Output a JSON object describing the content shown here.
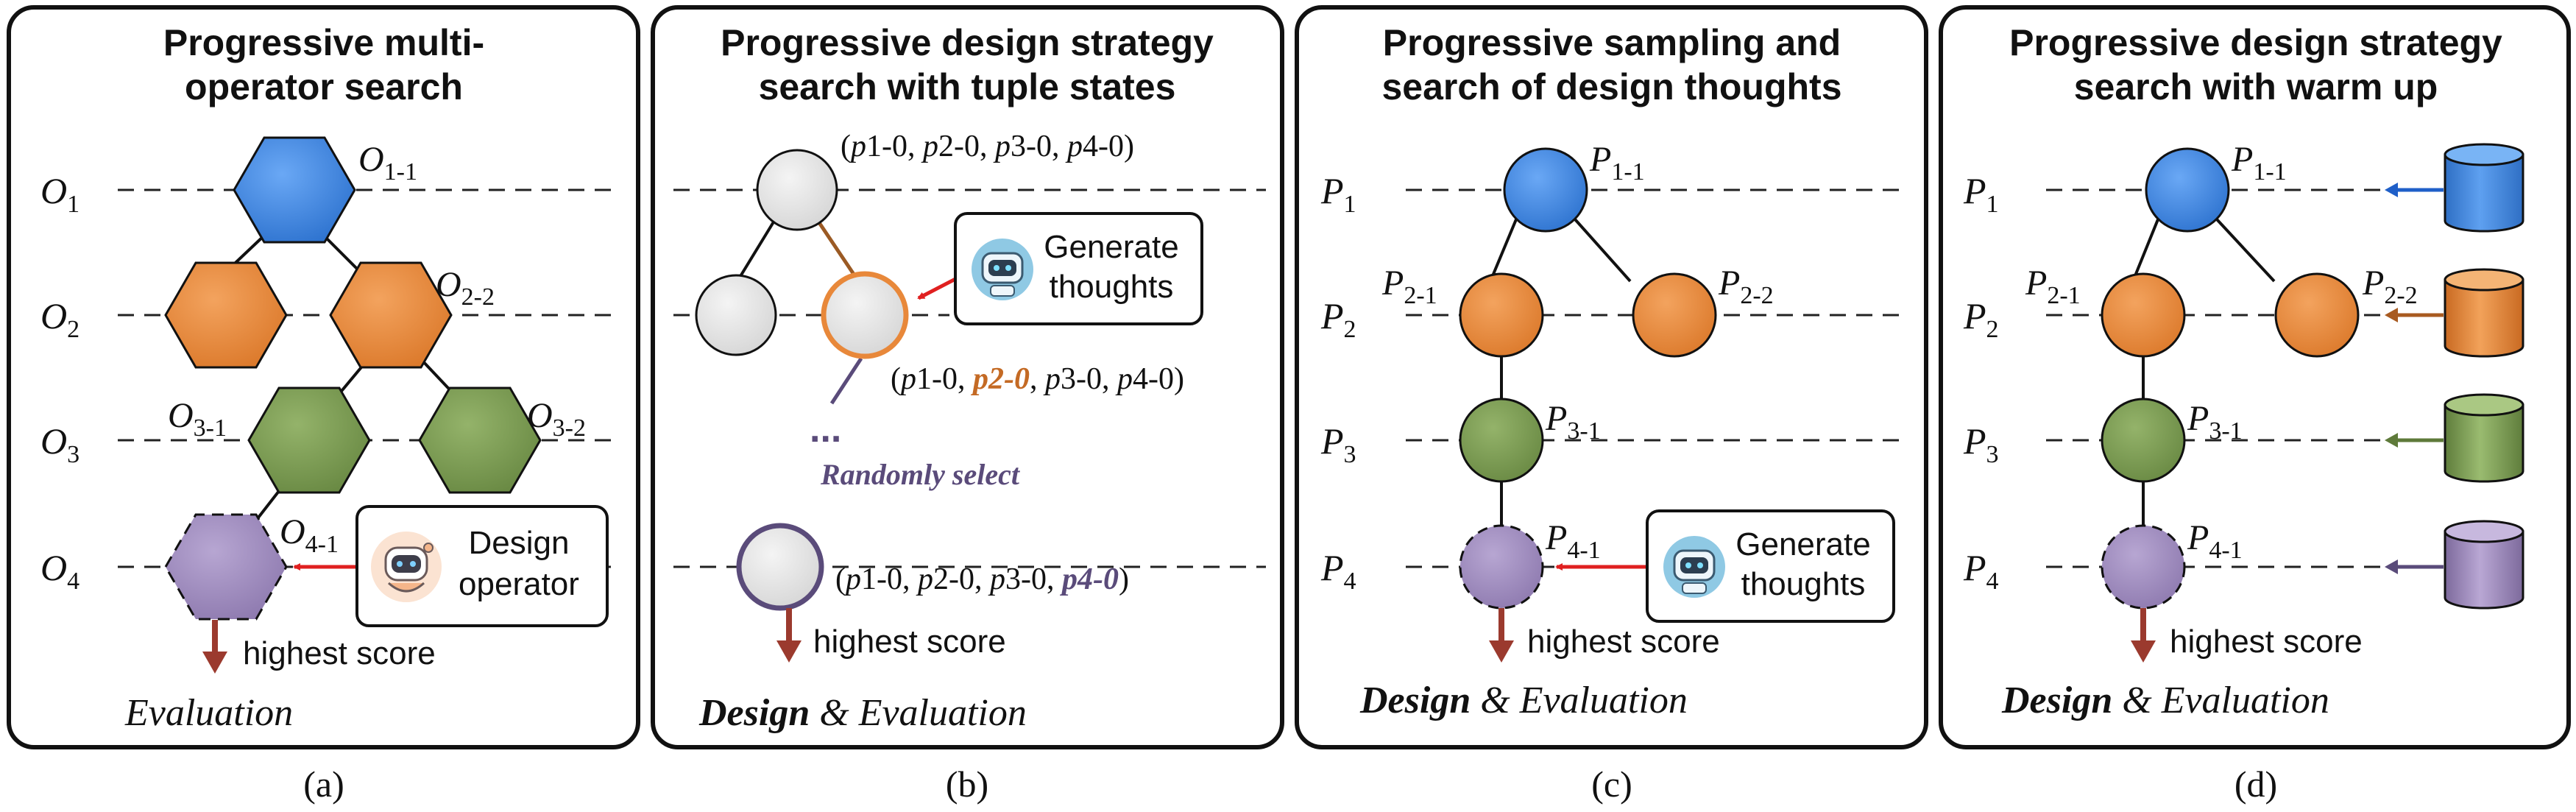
{
  "colors": {
    "blue": "#3f86df",
    "orange": "#e8883a",
    "green": "#7a9a52",
    "purple": "#9e89bb",
    "gray": "#e6e6e6",
    "red_arrow": "#e02020",
    "score_arrow": "#9b3a2e",
    "highlight_orange": "#e8883a",
    "randomly_purple": "#5a4b7a"
  },
  "panels": [
    {
      "title_lines": [
        "Progressive multi-",
        "operator search"
      ],
      "caption": "(a)",
      "level_letter": "O",
      "level_subs": [
        "1",
        "2",
        "3",
        "4"
      ],
      "node_labels": {
        "n11": "O",
        "n11_sub": "1-1",
        "n22": "O",
        "n22_sub": "2-2",
        "n31": "O",
        "n31_sub": "3-1",
        "n32": "O",
        "n32_sub": "3-2",
        "n41": "O",
        "n41_sub": "4-1"
      },
      "agent_box": {
        "lines": [
          "Design",
          "operator"
        ],
        "icon": "robot-assistant-icon"
      },
      "score_label": "highest score",
      "eval_label": "Evaluation"
    },
    {
      "title_lines": [
        "Progressive design strategy",
        "search with tuple states"
      ],
      "caption": "(b)",
      "tuple_top": "(p1-0, p2-0, p3-0, p4-0)",
      "tuple_mid": "(p1-0, p2-0, p3-0, p4-0)",
      "tuple_bot": "(p1-0, p2-0, p3-0, p4-0)",
      "agent_box": {
        "lines": [
          "Generate",
          "thoughts"
        ],
        "icon": "robot-head-icon"
      },
      "ellipsis": "...",
      "randomly_select": "Randomly select",
      "score_label": "highest score",
      "eval_bold": "Design",
      "eval_rest": " & Evaluation"
    },
    {
      "title_lines": [
        "Progressive sampling and",
        "search of design thoughts"
      ],
      "caption": "(c)",
      "level_letter": "P",
      "level_subs": [
        "1",
        "2",
        "3",
        "4"
      ],
      "node_labels": {
        "n11": "P",
        "n11_sub": "1-1",
        "n21": "P",
        "n21_sub": "2-1",
        "n22": "P",
        "n22_sub": "2-2",
        "n31": "P",
        "n31_sub": "3-1",
        "n41": "P",
        "n41_sub": "4-1"
      },
      "agent_box": {
        "lines": [
          "Generate",
          "thoughts"
        ],
        "icon": "robot-head-icon"
      },
      "score_label": "highest score",
      "eval_bold": "Design",
      "eval_rest": " & Evaluation"
    },
    {
      "title_lines": [
        "Progressive design strategy",
        "search with warm up"
      ],
      "caption": "(d)",
      "level_letter": "P",
      "level_subs": [
        "1",
        "2",
        "3",
        "4"
      ],
      "node_labels": {
        "n11": "P",
        "n11_sub": "1-1",
        "n21": "P",
        "n21_sub": "2-1",
        "n22": "P",
        "n22_sub": "2-2",
        "n31": "P",
        "n31_sub": "3-1",
        "n41": "P",
        "n41_sub": "4-1"
      },
      "score_label": "highest score",
      "eval_bold": "Design",
      "eval_rest": " & Evaluation"
    }
  ]
}
